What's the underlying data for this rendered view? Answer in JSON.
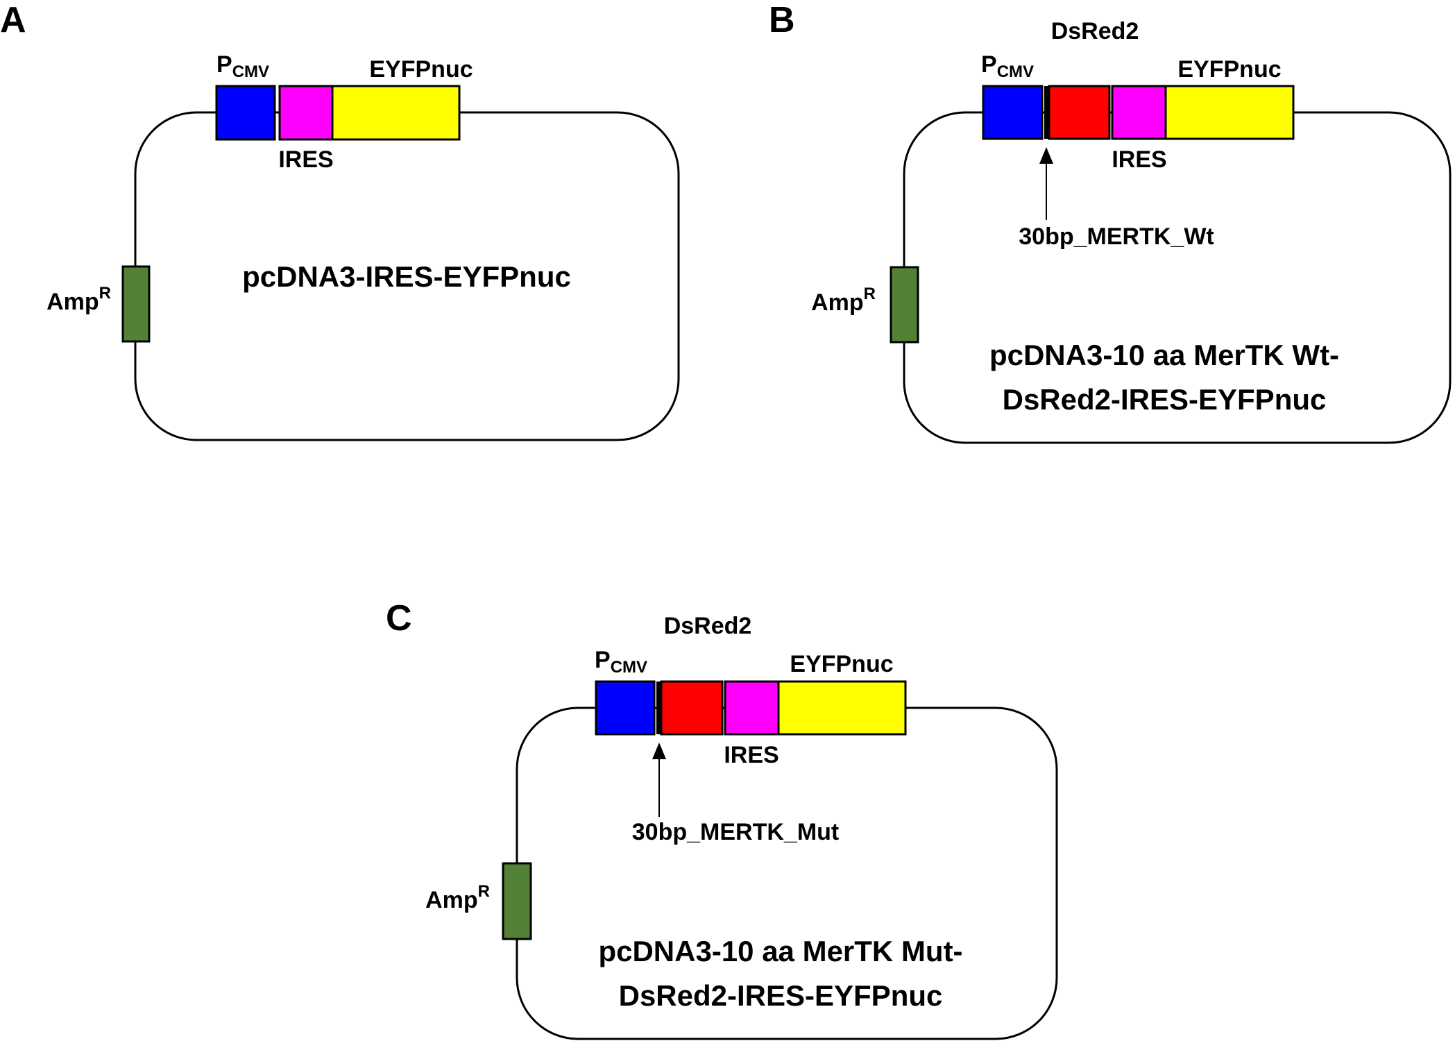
{
  "figure": {
    "panels": [
      {
        "letter": "A",
        "promoter": {
          "main": "P",
          "sub": "CMV"
        },
        "features": {
          "ires": "IRES",
          "eyfp": "EYFPnuc"
        },
        "resistance": {
          "main": "Amp",
          "sup": "R"
        },
        "title_lines": [
          "pcDNA3-IRES-EYFPnuc"
        ]
      },
      {
        "letter": "B",
        "promoter": {
          "main": "P",
          "sub": "CMV"
        },
        "features": {
          "dsred": "DsRed2",
          "ires": "IRES",
          "eyfp": "EYFPnuc"
        },
        "insert_site": "30bp_MERTK_Wt",
        "resistance": {
          "main": "Amp",
          "sup": "R"
        },
        "title_lines": [
          "pcDNA3-10 aa MerTK Wt-",
          "DsRed2-IRES-EYFPnuc"
        ]
      },
      {
        "letter": "C",
        "promoter": {
          "main": "P",
          "sub": "CMV"
        },
        "features": {
          "dsred": "DsRed2",
          "ires": "IRES",
          "eyfp": "EYFPnuc"
        },
        "insert_site": "30bp_MERTK_Mut",
        "resistance": {
          "main": "Amp",
          "sup": "R"
        },
        "title_lines": [
          "pcDNA3-10 aa MerTK Mut-",
          "DsRed2-IRES-EYFPnuc"
        ]
      }
    ],
    "colors": {
      "promoter": "#0000ff",
      "dsred": "#ff0000",
      "ires": "#ff00ff",
      "eyfp": "#ffff00",
      "ampr": "#538135",
      "outline": "#000000"
    }
  }
}
